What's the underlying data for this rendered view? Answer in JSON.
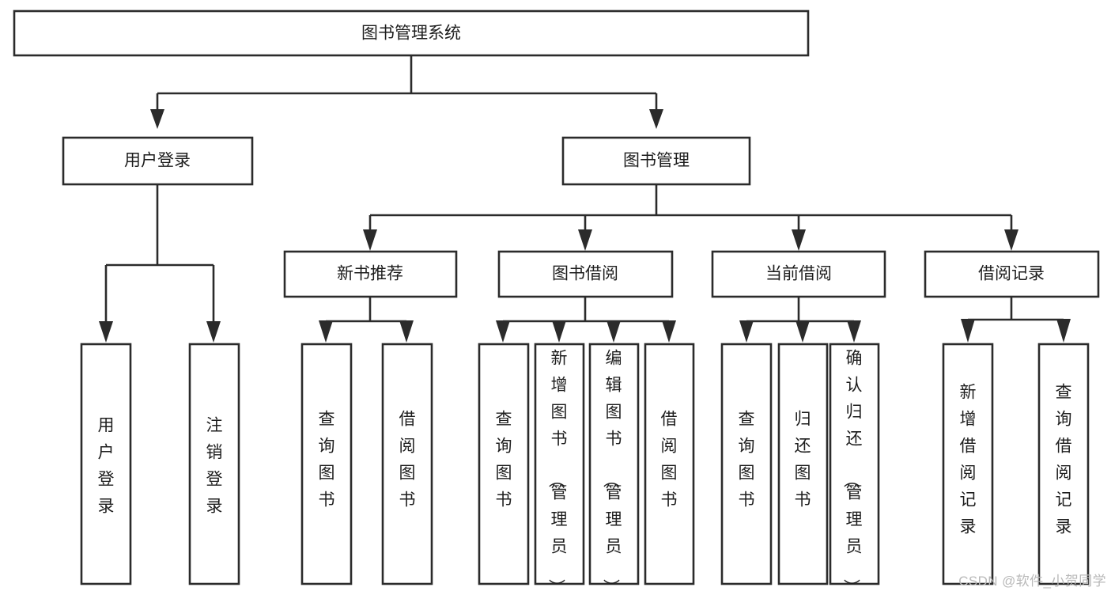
{
  "diagram": {
    "type": "tree-hierarchy-chart",
    "title": "图书管理系统",
    "orientation": "top-down",
    "colors": {
      "box_fill": "#ffffff",
      "box_stroke": "#2b2b2b",
      "text": "#1d1d1d",
      "background": "#ffffff",
      "watermark": "#b9b9b9"
    },
    "levels": [
      {
        "level": 1,
        "nodes": [
          {
            "id": "root",
            "label": "图书管理系统",
            "orientation": "horizontal"
          }
        ]
      },
      {
        "level": 2,
        "nodes": [
          {
            "id": "login",
            "label": "用户登录",
            "orientation": "horizontal",
            "parent": "root"
          },
          {
            "id": "bookmgmt",
            "label": "图书管理",
            "orientation": "horizontal",
            "parent": "root"
          }
        ]
      },
      {
        "level": 3,
        "nodes": [
          {
            "id": "newbook",
            "label": "新书推荐",
            "orientation": "horizontal",
            "parent": "bookmgmt"
          },
          {
            "id": "borrow",
            "label": "图书借阅",
            "orientation": "horizontal",
            "parent": "bookmgmt"
          },
          {
            "id": "current",
            "label": "当前借阅",
            "orientation": "horizontal",
            "parent": "bookmgmt"
          },
          {
            "id": "records",
            "label": "借阅记录",
            "orientation": "horizontal",
            "parent": "bookmgmt"
          }
        ]
      },
      {
        "level": 4,
        "nodes": [
          {
            "id": "leaf-1",
            "label": "用户登录",
            "orientation": "vertical",
            "parent": "login"
          },
          {
            "id": "leaf-2",
            "label": "注销登录",
            "orientation": "vertical",
            "parent": "login"
          },
          {
            "id": "leaf-3",
            "label": "查询图书",
            "orientation": "vertical",
            "parent": "newbook"
          },
          {
            "id": "leaf-4",
            "label": "借阅图书",
            "orientation": "vertical",
            "parent": "newbook"
          },
          {
            "id": "leaf-5",
            "label": "查询图书",
            "orientation": "vertical",
            "parent": "borrow"
          },
          {
            "id": "leaf-6",
            "label": "新增图书（管理员）",
            "orientation": "vertical",
            "parent": "borrow"
          },
          {
            "id": "leaf-7",
            "label": "编辑图书（管理员）",
            "orientation": "vertical",
            "parent": "borrow"
          },
          {
            "id": "leaf-8",
            "label": "借阅图书",
            "orientation": "vertical",
            "parent": "borrow"
          },
          {
            "id": "leaf-9",
            "label": "查询图书",
            "orientation": "vertical",
            "parent": "current"
          },
          {
            "id": "leaf-10",
            "label": "归还图书",
            "orientation": "vertical",
            "parent": "current"
          },
          {
            "id": "leaf-11",
            "label": "确认归还（管理员）",
            "orientation": "vertical",
            "parent": "current"
          },
          {
            "id": "leaf-12",
            "label": "新增借阅记录",
            "orientation": "vertical",
            "parent": "records"
          },
          {
            "id": "leaf-13",
            "label": "查询借阅记录",
            "orientation": "vertical",
            "parent": "records"
          }
        ]
      }
    ],
    "watermark": "CSDN @软件_小贺同学"
  }
}
